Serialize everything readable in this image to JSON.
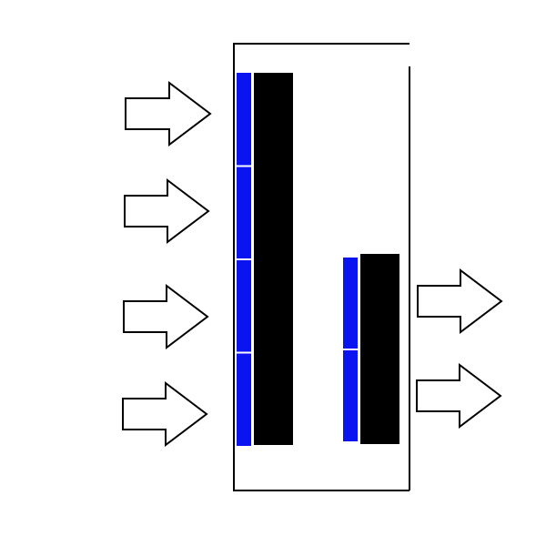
{
  "colors": {
    "background": "#ffffff",
    "outline": "#000000",
    "bar_fill": "#000000",
    "segment_fill": "#0a14f0",
    "segment_divider": "#ffffff",
    "arrow_fill": "#ffffff"
  },
  "diagram": {
    "left_column": {
      "input_arrow_count": 4,
      "blue_segment_count": 4,
      "icon": "arrow-right-icon"
    },
    "right_column": {
      "output_arrow_count": 2,
      "blue_segment_count": 2,
      "icon": "arrow-right-icon"
    }
  }
}
